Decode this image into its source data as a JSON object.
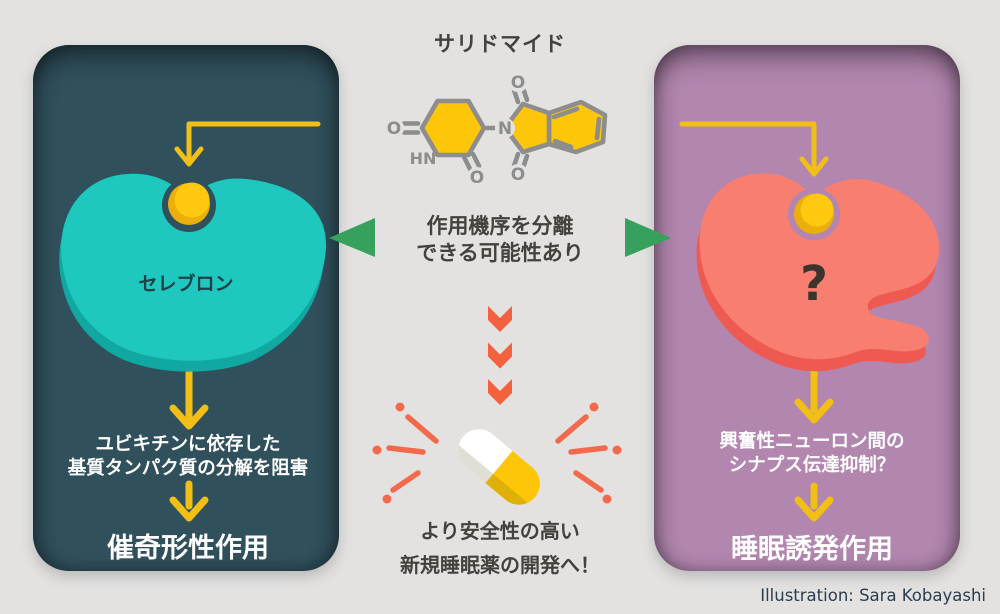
{
  "header": {
    "title": "サリドマイド"
  },
  "molecule": {
    "name": "thalidomide chemical structure",
    "atoms": [
      "O",
      "HN",
      "O",
      "N",
      "O",
      "O"
    ]
  },
  "center": {
    "mechanism_line1": "作用機序を分離",
    "mechanism_line2": "できる可能性あり",
    "goal_line1": "より安全性の高い",
    "goal_line2": "新規睡眠薬の開発へ！"
  },
  "left_panel": {
    "protein_label": "セレブロン",
    "action_line1": "ユビキチンに依存した",
    "action_line2": "基質タンパク質の分解を阻害",
    "effect": "催奇形性作用"
  },
  "right_panel": {
    "protein_label": "?",
    "action_line1": "興奮性ニューロン間の",
    "action_line2": "シナプス伝達抑制？",
    "effect": "睡眠誘発作用"
  },
  "footer": {
    "credit": "Illustration: Sara Kobayashi"
  },
  "colors": {
    "background": "#E3E2E1",
    "left_panel_bg": "#30505C",
    "right_panel_bg": "#B286AF",
    "teal_blob": "#1FC8BF",
    "teal_blob_shadow": "#12A8A2",
    "coral_blob": "#F87E70",
    "coral_blob_shadow": "#EE5A52",
    "accent_yellow": "#F2BF17",
    "ball_yellow": "#FFC90F",
    "ball_yellow_dark": "#ECAF09",
    "green_arrow": "#36A05D",
    "chevron_coral": "#F4613E",
    "sparkle_coral": "#F26A4B",
    "molecule_bond": "#8D8D8D",
    "molecule_fill": "#FDC608",
    "dark_text": "#45413C",
    "white_text": "#FFFFFF"
  }
}
